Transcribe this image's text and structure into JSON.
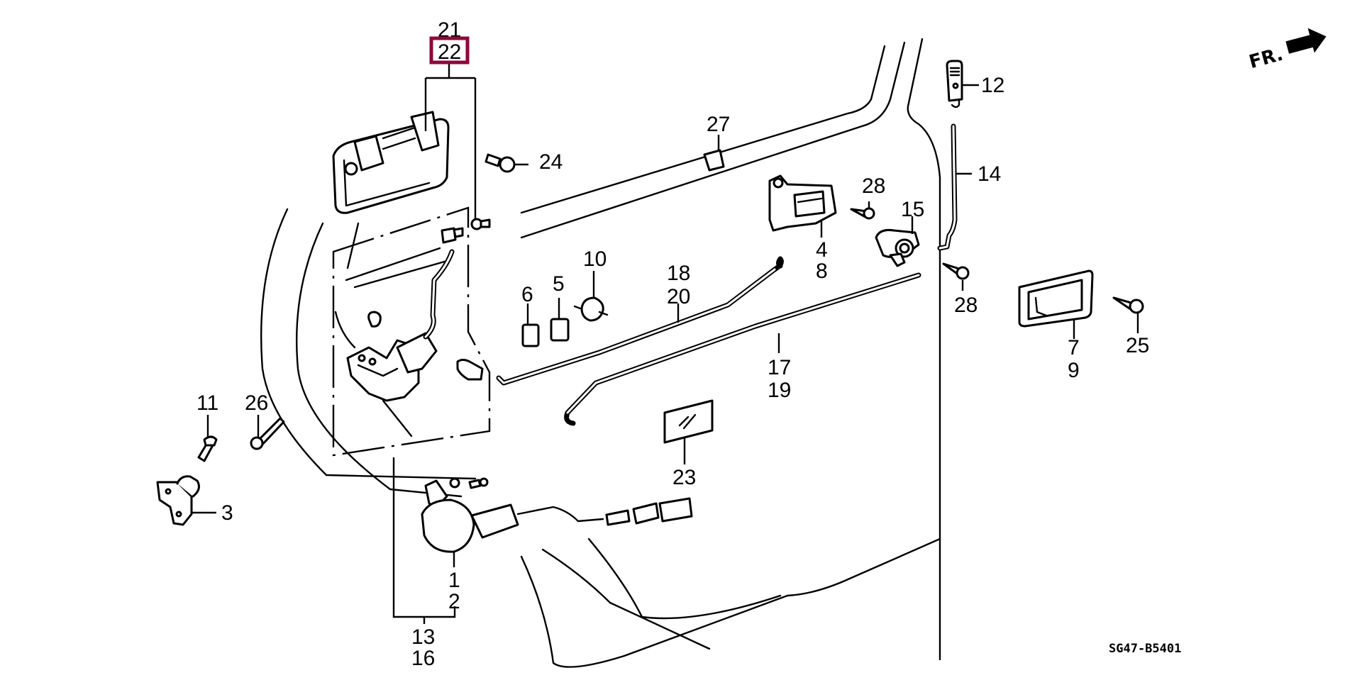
{
  "diagram": {
    "title_code": "SG47-B5401",
    "direction_indicator": "FR.",
    "highlight_color": "#8B0A3A",
    "highlighted_part": "22",
    "callouts": [
      {
        "id": "c21",
        "label": "21"
      },
      {
        "id": "c22",
        "label": "22",
        "highlighted": true
      },
      {
        "id": "c24",
        "label": "24"
      },
      {
        "id": "c27",
        "label": "27"
      },
      {
        "id": "c12",
        "label": "12"
      },
      {
        "id": "c14",
        "label": "14"
      },
      {
        "id": "c28a",
        "label": "28"
      },
      {
        "id": "c15",
        "label": "15"
      },
      {
        "id": "c4",
        "label": "4"
      },
      {
        "id": "c8",
        "label": "8"
      },
      {
        "id": "c28b",
        "label": "28"
      },
      {
        "id": "c10",
        "label": "10"
      },
      {
        "id": "c5",
        "label": "5"
      },
      {
        "id": "c6",
        "label": "6"
      },
      {
        "id": "c18",
        "label": "18"
      },
      {
        "id": "c20",
        "label": "20"
      },
      {
        "id": "c17",
        "label": "17"
      },
      {
        "id": "c19",
        "label": "19"
      },
      {
        "id": "c7",
        "label": "7"
      },
      {
        "id": "c9",
        "label": "9"
      },
      {
        "id": "c25",
        "label": "25"
      },
      {
        "id": "c11",
        "label": "11"
      },
      {
        "id": "c26",
        "label": "26"
      },
      {
        "id": "c3",
        "label": "3"
      },
      {
        "id": "c23",
        "label": "23"
      },
      {
        "id": "c1",
        "label": "1"
      },
      {
        "id": "c2",
        "label": "2"
      },
      {
        "id": "c13",
        "label": "13"
      },
      {
        "id": "c16",
        "label": "16"
      }
    ],
    "parts": [
      {
        "name": "outer-door-handle",
        "callouts": [
          "21",
          "22"
        ]
      },
      {
        "name": "bolt",
        "callouts": [
          "24"
        ]
      },
      {
        "name": "clip",
        "callouts": [
          "27"
        ]
      },
      {
        "name": "lock-knob",
        "callouts": [
          "12"
        ]
      },
      {
        "name": "lock-knob-rod",
        "callouts": [
          "14"
        ]
      },
      {
        "name": "screw",
        "callouts": [
          "28"
        ]
      },
      {
        "name": "cylinder-lock",
        "callouts": [
          "15"
        ]
      },
      {
        "name": "inner-handle-assembly",
        "callouts": [
          "4",
          "8"
        ]
      },
      {
        "name": "rod-holder",
        "callouts": [
          "10"
        ]
      },
      {
        "name": "rod-clip",
        "callouts": [
          "5"
        ]
      },
      {
        "name": "rod-clip-small",
        "callouts": [
          "6"
        ]
      },
      {
        "name": "rod-upper",
        "callouts": [
          "18",
          "20"
        ]
      },
      {
        "name": "rod-lower",
        "callouts": [
          "17",
          "19"
        ]
      },
      {
        "name": "inner-handle-escutcheon",
        "callouts": [
          "7",
          "9"
        ]
      },
      {
        "name": "tapping-screw",
        "callouts": [
          "25"
        ]
      },
      {
        "name": "screw-flat",
        "callouts": [
          "11"
        ]
      },
      {
        "name": "bolt-long",
        "callouts": [
          "26"
        ]
      },
      {
        "name": "striker",
        "callouts": [
          "3"
        ]
      },
      {
        "name": "seal-sheet",
        "callouts": [
          "23"
        ]
      },
      {
        "name": "lock-actuator",
        "callouts": [
          "1",
          "2"
        ]
      },
      {
        "name": "latch-assembly",
        "callouts": [
          "13",
          "16"
        ]
      }
    ]
  }
}
